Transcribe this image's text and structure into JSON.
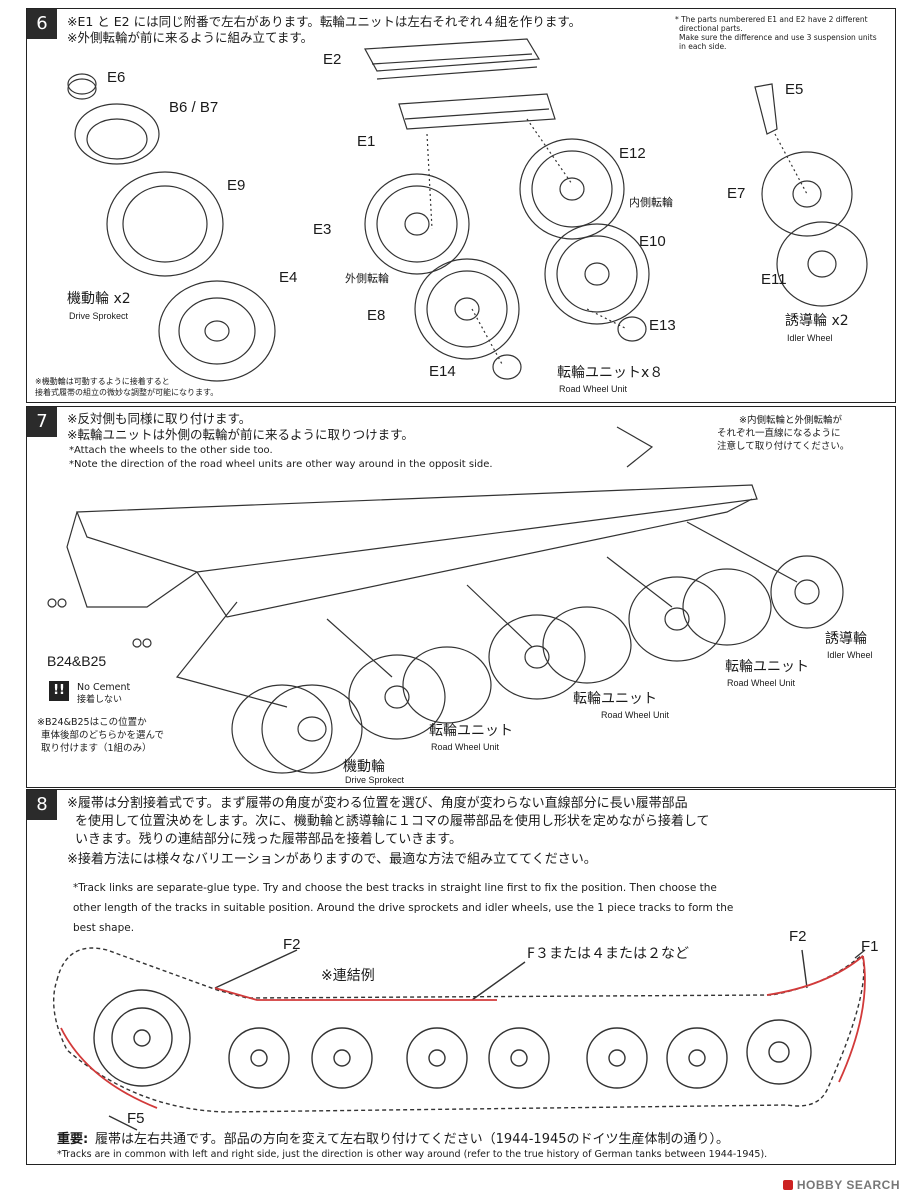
{
  "step6": {
    "num": "6",
    "note_jp_1": "※E1 と E2 には同じ附番で左右があります。転輪ユニットは左右それぞれ４組を作ります。",
    "note_jp_2": "※外側転輪が前に来るように組み立てます。",
    "note_en_1": "* The parts numberered E1 and E2 have 2 different",
    "note_en_2": "directional parts.",
    "note_en_3": "Make sure the difference and use 3 suspension units",
    "note_en_4": "in each side.",
    "parts": {
      "e2": "E2",
      "e1": "E1",
      "e6": "E6",
      "b6b7": "B6 / B7",
      "e9": "E9",
      "e4": "E4",
      "e12": "E12",
      "e3": "E3",
      "e10": "E10",
      "e8": "E8",
      "e13": "E13",
      "e14": "E14",
      "e5": "E5",
      "e7": "E7",
      "e11": "E11"
    },
    "inner_wheel_jp": "内側転輪",
    "outer_wheel_jp": "外側転輪",
    "sprocket_jp": "機動輪 x2",
    "sprocket_en": "Drive Sprokect",
    "road_unit_jp": "転輪ユニットx８",
    "road_unit_en": "Road Wheel Unit",
    "idler_jp": "誘導輪 x2",
    "idler_en": "Idler Wheel",
    "bottom_note_1": "※機動輪は可動するように接着すると",
    "bottom_note_2": "接着式履帯の組立の微妙な調整が可能になります。"
  },
  "step7": {
    "num": "7",
    "note_jp_1": "※反対側も同様に取り付けます。",
    "note_jp_2": "※転輪ユニットは外側の転輪が前に来るように取りつけます。",
    "note_en_1": "*Attach the wheels to the other side too.",
    "note_en_2": "*Note the direction of the road wheel units are other way around in the opposit side.",
    "right_note_1": "※内側転輪と外側転輪が",
    "right_note_2": "それぞれ一直線になるように",
    "right_note_3": "注意して取り付けてください。",
    "b24": "B24&B25",
    "warn_mark": "!!",
    "no_cement_en": "No Cement",
    "no_cement_jp": "接着しない",
    "b24_note_1": "※B24&B25はこの位置か",
    "b24_note_2": "車体後部のどちらかを選んで",
    "b24_note_3": "取り付けます（1組のみ）",
    "idler_jp": "誘導輪",
    "idler_en": "Idler Wheel",
    "road_jp": "転輪ユニット",
    "road_en": "Road Wheel Unit",
    "sprocket_jp": "機動輪",
    "sprocket_en": "Drive Sprokect"
  },
  "step8": {
    "num": "8",
    "jp_1": "※履帯は分割接着式です。まず履帯の角度が変わる位置を選び、角度が変わらない直線部分に長い履帯部品",
    "jp_2": "を使用して位置決めをします。次に、機動輪と誘導輪に１コマの履帯部品を使用し形状を定めながら接着して",
    "jp_3": "いきます。残りの連結部分に残った履帯部品を接着していきます。",
    "jp_4": "※接着方法には様々なバリエーションがありますので、最適な方法で組み立ててください。",
    "en_1": "*Track links are separate-glue type. Try and choose the best tracks in straight line first to fix the position. Then choose the",
    "en_2": "other length of the tracks in suitable position. Around the drive sprockets and idler wheels, use the 1 piece tracks to form the",
    "en_3": "best shape.",
    "f2_left": "F2",
    "example_jp": "※連結例",
    "f3_note": "F３または４または２など",
    "f2_right": "F2",
    "f1": "F1",
    "f5": "F5",
    "important_label": "重要:",
    "important_jp": "履帯は左右共通です。部品の方向を変えて左右取り付けてください（1944-1945のドイツ生産体制の通り）。",
    "important_en": "*Tracks are in common with left and right side, just the direction is other way around (refer to the true history of German tanks between 1944-1945)."
  },
  "watermark": "HOBBY SEARCH",
  "colors": {
    "accent_red": "#d23a3a",
    "line": "#222222"
  }
}
